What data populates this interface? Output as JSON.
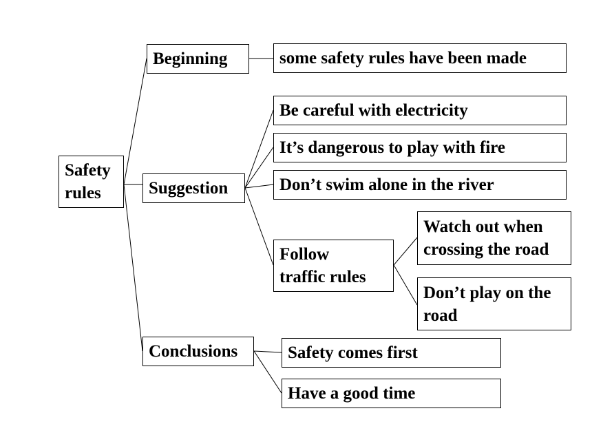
{
  "diagram": {
    "root": "Safety\nrules",
    "beginning": {
      "label": "Beginning",
      "detail": "some safety rules have been made"
    },
    "suggestion": {
      "label": "Suggestion",
      "items": [
        "Be careful with electricity",
        "It’s dangerous to play with fire",
        "Don’t swim alone in the river"
      ],
      "traffic": {
        "label": "Follow\ntraffic rules",
        "items": [
          "Watch out when\ncrossing the road",
          "Don’t play on the\nroad"
        ]
      }
    },
    "conclusions": {
      "label": "Conclusions",
      "items": [
        "Safety comes first",
        "Have a good time"
      ]
    }
  }
}
